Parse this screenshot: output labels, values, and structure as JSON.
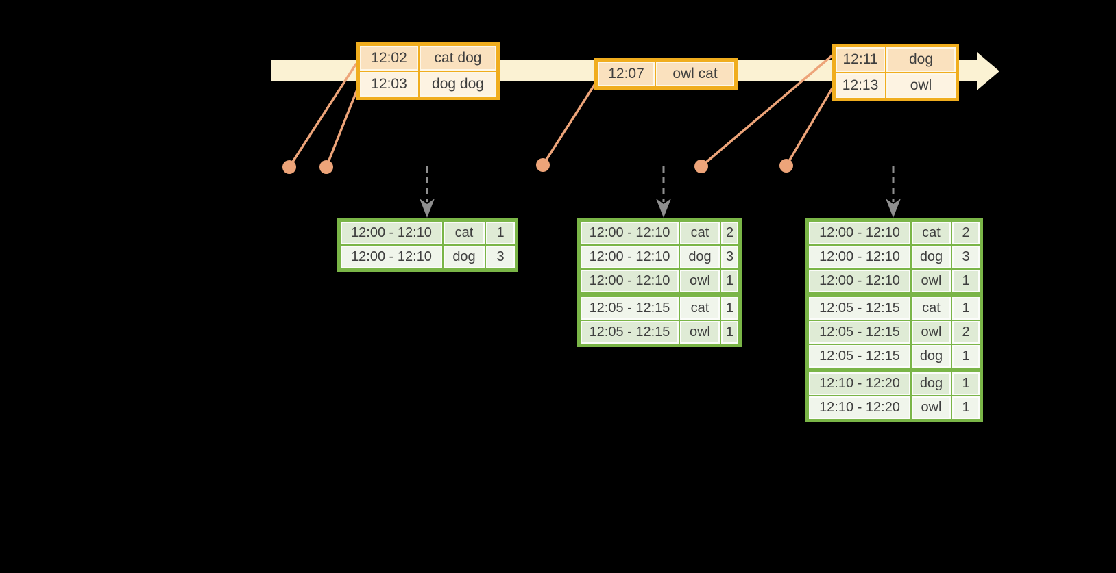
{
  "diagram": {
    "type": "streaming-windowed-aggregation-timeline",
    "colors": {
      "background": "#000000",
      "timeline_band": "#FBF2D3",
      "event_border": "#F0AD1E",
      "event_row_dark": "#FAE1BE",
      "event_row_light": "#FDF3E2",
      "connector_salmon": "#EDA479",
      "trigger_arrow_gray": "#8F8F8F",
      "result_border": "#7AB547",
      "result_row_dark": "#DFEBD5",
      "result_row_light": "#F0F5EB",
      "text": "#3E3E3E"
    },
    "event_tables": [
      {
        "rows": [
          {
            "time": "12:02",
            "words": "cat dog"
          },
          {
            "time": "12:03",
            "words": "dog dog"
          }
        ]
      },
      {
        "rows": [
          {
            "time": "12:07",
            "words": "owl cat"
          }
        ]
      },
      {
        "rows": [
          {
            "time": "12:11",
            "words": "dog"
          },
          {
            "time": "12:13",
            "words": "owl"
          }
        ]
      }
    ],
    "result_tables": [
      {
        "group_breaks": [],
        "rows": [
          {
            "window": "12:00 - 12:10",
            "word": "cat",
            "count": "1"
          },
          {
            "window": "12:00 - 12:10",
            "word": "dog",
            "count": "3"
          }
        ]
      },
      {
        "group_breaks": [
          3
        ],
        "rows": [
          {
            "window": "12:00 - 12:10",
            "word": "cat",
            "count": "2"
          },
          {
            "window": "12:00 - 12:10",
            "word": "dog",
            "count": "3"
          },
          {
            "window": "12:00 - 12:10",
            "word": "owl",
            "count": "1"
          },
          {
            "window": "12:05 - 12:15",
            "word": "cat",
            "count": "1"
          },
          {
            "window": "12:05 - 12:15",
            "word": "owl",
            "count": "1"
          }
        ]
      },
      {
        "group_breaks": [
          3,
          6
        ],
        "rows": [
          {
            "window": "12:00 - 12:10",
            "word": "cat",
            "count": "2"
          },
          {
            "window": "12:00 - 12:10",
            "word": "dog",
            "count": "3"
          },
          {
            "window": "12:00 - 12:10",
            "word": "owl",
            "count": "1"
          },
          {
            "window": "12:05 - 12:15",
            "word": "cat",
            "count": "1"
          },
          {
            "window": "12:05 - 12:15",
            "word": "owl",
            "count": "2"
          },
          {
            "window": "12:05 - 12:15",
            "word": "dog",
            "count": "1"
          },
          {
            "window": "12:10 - 12:20",
            "word": "dog",
            "count": "1"
          },
          {
            "window": "12:10 - 12:20",
            "word": "owl",
            "count": "1"
          }
        ]
      }
    ]
  }
}
